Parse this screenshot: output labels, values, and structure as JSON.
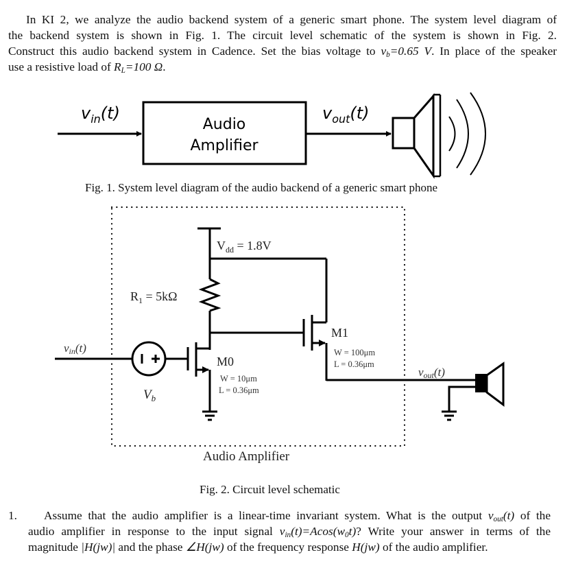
{
  "intro": {
    "line1": "In KI 2, we analyze the audio backend system of a generic smart phone. The system level diagram of",
    "line2": "the backend system is shown in Fig. 1. The circuit level schematic of the system is shown in Fig. 2.",
    "line3_pre": "Construct this audio backend system in Cadence. Set the bias voltage to ",
    "line3_var": "v",
    "line3_sub": "b",
    "line3_val": "=0.65 V",
    "line3_post": ". In place of the speaker",
    "line4_pre": "use a resistive load of ",
    "line4_var": "R",
    "line4_sub": "L",
    "line4_val": "=100 Ω",
    "line4_post": "."
  },
  "fig1": {
    "input_label_main": "v",
    "input_label_sub": "in",
    "input_label_tail": "(t)",
    "block_line1": "Audio",
    "block_line2": "Amplifier",
    "output_label_main": "v",
    "output_label_sub": "out",
    "output_label_tail": "(t)",
    "speaker_icon": "speaker-with-sound-waves",
    "caption": "Fig. 1. System level diagram of the audio backend of a generic smart phone"
  },
  "fig2": {
    "vdd_main": "V",
    "vdd_sub": "dd",
    "vdd_value": " = 1.8V",
    "r1_main": "R",
    "r1_sub": "1",
    "r1_value": " = 5kΩ",
    "m1_name": "M1",
    "m1_w": "W = 100μm",
    "m1_l": "L = 0.36μm",
    "m0_name": "M0",
    "m0_w": "W = 10μm",
    "m0_l": "L = 0.36μm",
    "vin_main": "v",
    "vin_sub": "in",
    "vin_tail": "(t)",
    "vb_main": "V",
    "vb_sub": "b",
    "source_minus": "−",
    "source_plus": "+",
    "vout_main": "v",
    "vout_sub": "out",
    "vout_tail": "(t)",
    "box_label": "Audio Amplifier",
    "caption": "Fig. 2. Circuit level schematic"
  },
  "question1": {
    "number": "1.",
    "line1_pre": "Assume that the audio amplifier is a linear-time invariant system. What is the output ",
    "line1_var": "v",
    "line1_sub": "out",
    "line1_arg": "(t)",
    "line1_post": " of the",
    "line2_pre": "audio amplifier in response to the input signal ",
    "line2_var": "v",
    "line2_sub": "in",
    "line2_expr": "(t)=Acos(w",
    "line2_sub2": "0",
    "line2_expr2": "t)",
    "line2_post": "? Write your answer in terms of the",
    "line3_pre": "magnitude ",
    "line3_mag": "|H(jw)|",
    "line3_mid": " and the phase ",
    "line3_phase": "∠H(jw)",
    "line3_mid2": " of the frequency response ",
    "line3_h": "H(jw)",
    "line3_post": " of the audio amplifier."
  }
}
